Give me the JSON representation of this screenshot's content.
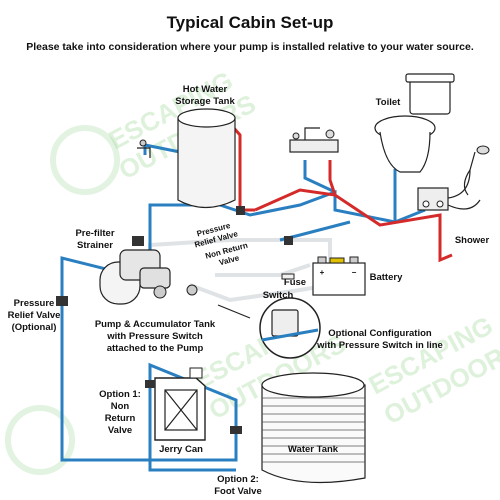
{
  "title": "Typical Cabin Set-up",
  "subtitle": "Please take into consideration where your pump is installed relative to your water source.",
  "labels": {
    "hot_water_line1": "Hot Water",
    "hot_water_line2": "Storage Tank",
    "toilet": "Toilet",
    "shower": "Shower",
    "prefilter_line1": "Pre-filter",
    "prefilter_line2": "Strainer",
    "prv_vert_line1": "Pressure",
    "prv_vert_line2": "Relief Valve",
    "nrv_vert_line1": "Non Return",
    "nrv_vert_line2": "Valve",
    "fuse": "Fuse",
    "battery": "Battery",
    "switch": "Switch",
    "prv_left_line1": "Pressure",
    "prv_left_line2": "Relief Valve",
    "prv_left_line3": "(Optional)",
    "pump_line1": "Pump & Accumulator Tank",
    "pump_line2": "with Pressure Switch",
    "pump_line3": "attached to the Pump",
    "optional_line1": "Optional Configuration",
    "optional_line2": "with Pressure Switch in line",
    "option1_line1": "Option 1:",
    "option1_line2": "Non",
    "option1_line3": "Return",
    "option1_line4": "Valve",
    "jerry_can": "Jerry Can",
    "water_tank": "Water Tank",
    "option2_line1": "Option 2:",
    "option2_line2": "Foot Valve",
    "battery_plus": "+",
    "battery_minus": "−"
  },
  "watermark": {
    "word1": "ESCAPING",
    "word2": "OUTDOORS"
  },
  "colors": {
    "cold_pipe": "#2a7fc0",
    "hot_pipe": "#d42a2a",
    "wiring": "#dfe3e6",
    "watermark": "#9fd89a"
  }
}
